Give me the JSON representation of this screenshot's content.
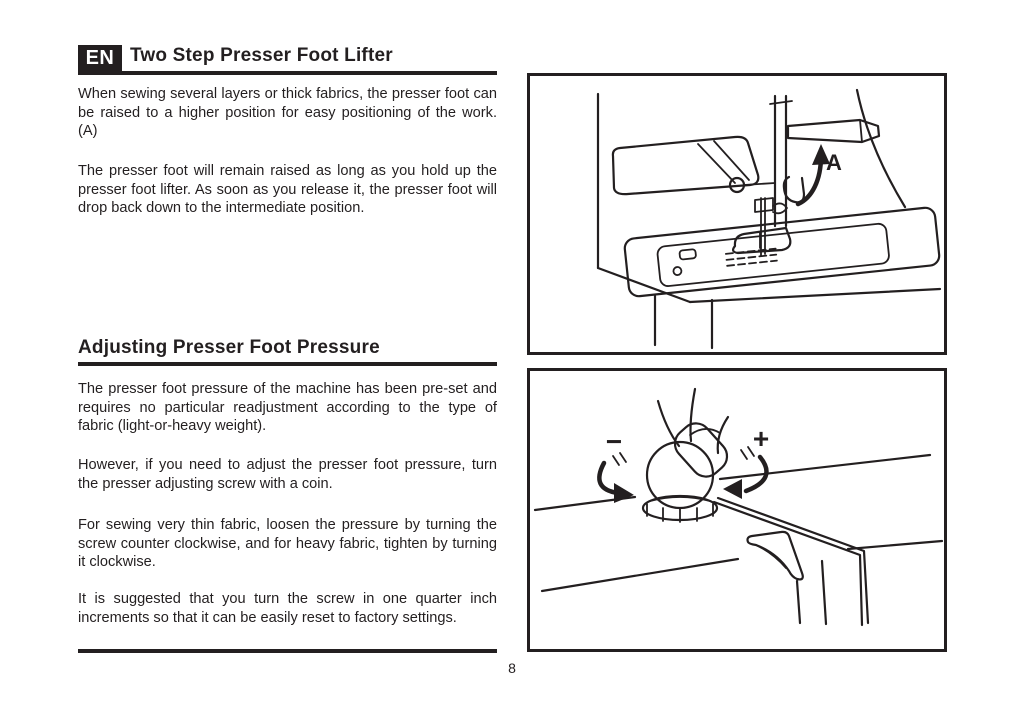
{
  "page": {
    "number": "8",
    "language_badge": "EN"
  },
  "sections": [
    {
      "title": "Two Step Presser Foot Lifter",
      "paragraphs": [
        "When sewing several layers or thick fabrics, the presser foot can be raised to a higher position for easy positioning of the work. (A)",
        "The presser foot will remain raised as long as you hold up the presser foot lifter. As soon as you release it, the presser foot will drop back down to the intermediate position."
      ]
    },
    {
      "title": "Adjusting Presser Foot Pressure",
      "paragraphs": [
        "The presser foot pressure of the machine has been pre-set and requires no particular readjustment according to the type of fabric (light-or-heavy weight).",
        "However, if you need to adjust the presser foot pressure, turn the presser adjusting screw with a coin.",
        "For sewing very thin fabric, loosen the pressure by turning the screw counter clockwise, and for heavy fabric, tighten by turning it clockwise.",
        "It is suggested that you turn the screw in one quarter inch increments so that it can be easily reset to factory settings."
      ]
    }
  ],
  "figures": {
    "lifter": {
      "label": "A"
    },
    "pressure": {
      "decrease_label": "−",
      "increase_label": "+"
    }
  },
  "colors": {
    "ink": "#231f20",
    "paper": "#ffffff"
  }
}
